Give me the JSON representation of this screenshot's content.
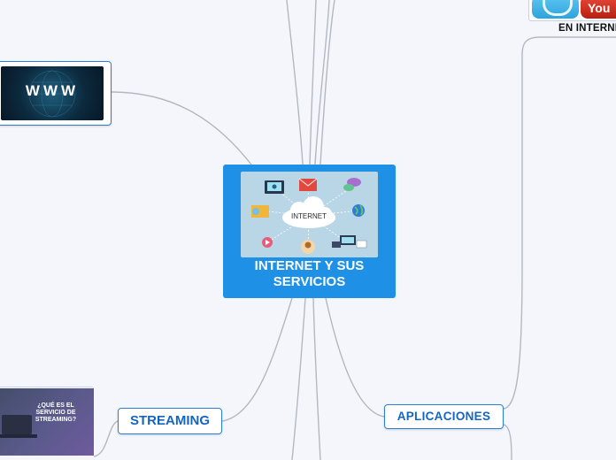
{
  "central": {
    "title": "INTERNET Y SUS SERVICIOS",
    "image_cloud_label": "INTERNET"
  },
  "topics": {
    "streaming": "STREAMING",
    "aplicaciones": "APLICACIONES"
  },
  "images": {
    "www_text": "WWW",
    "streaming_caption": "¿QUÉ ES EL SERVICIO DE STREAMING?",
    "youtube_text": "You"
  },
  "labels": {
    "en_internet": "EN INTERNET"
  },
  "colors": {
    "central_fill": "#1e90e6",
    "topic_border": "#2b7fd3",
    "topic_text": "#1565c0",
    "connector": "#b0b5bd",
    "background": "#f4f6fc"
  }
}
